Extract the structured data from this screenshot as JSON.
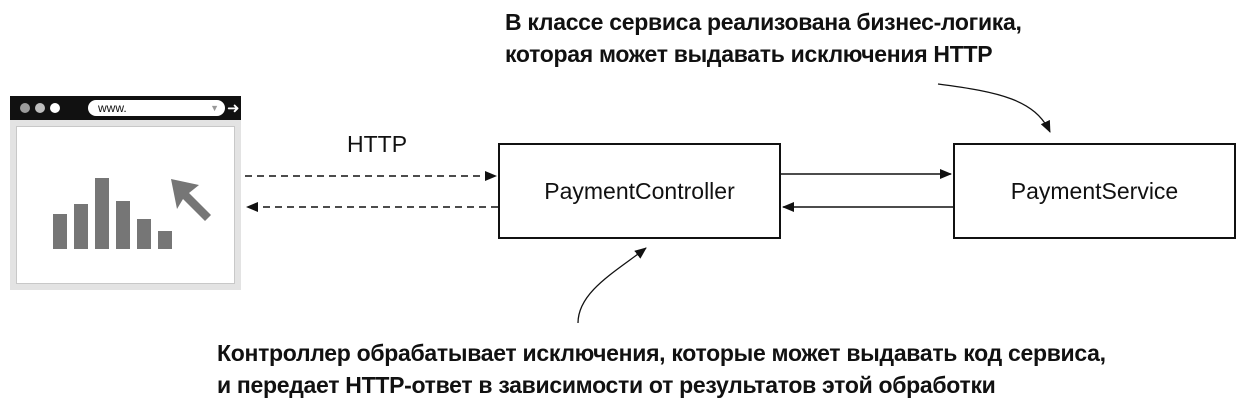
{
  "annotations": {
    "service_note": {
      "line1": "В классе сервиса реализована бизнес-логика,",
      "line2": "которая может выдавать исключения HTTP"
    },
    "controller_note": {
      "line1": "Контроллер обрабатывает исключения, которые может выдавать код сервиса,",
      "line2": "и передает HTTP-ответ в зависимости от результатов этой обработки"
    }
  },
  "nodes": {
    "controller": "PaymentController",
    "service": "PaymentService"
  },
  "protocol_label": "HTTP",
  "browser": {
    "url_text": "www.",
    "url_dropdown_icon": "dropdown-triangle-icon",
    "go_icon": "arrow-right-icon",
    "chart_bar_levels": [
      0.45,
      0.58,
      0.91,
      0.61,
      0.38,
      0.23
    ],
    "colors": {
      "titlebar": "#111111",
      "dots": [
        "#9b9b9b",
        "#bdbdbd",
        "#ffffff"
      ],
      "bars": "#767676",
      "cursor": "#767676"
    }
  }
}
